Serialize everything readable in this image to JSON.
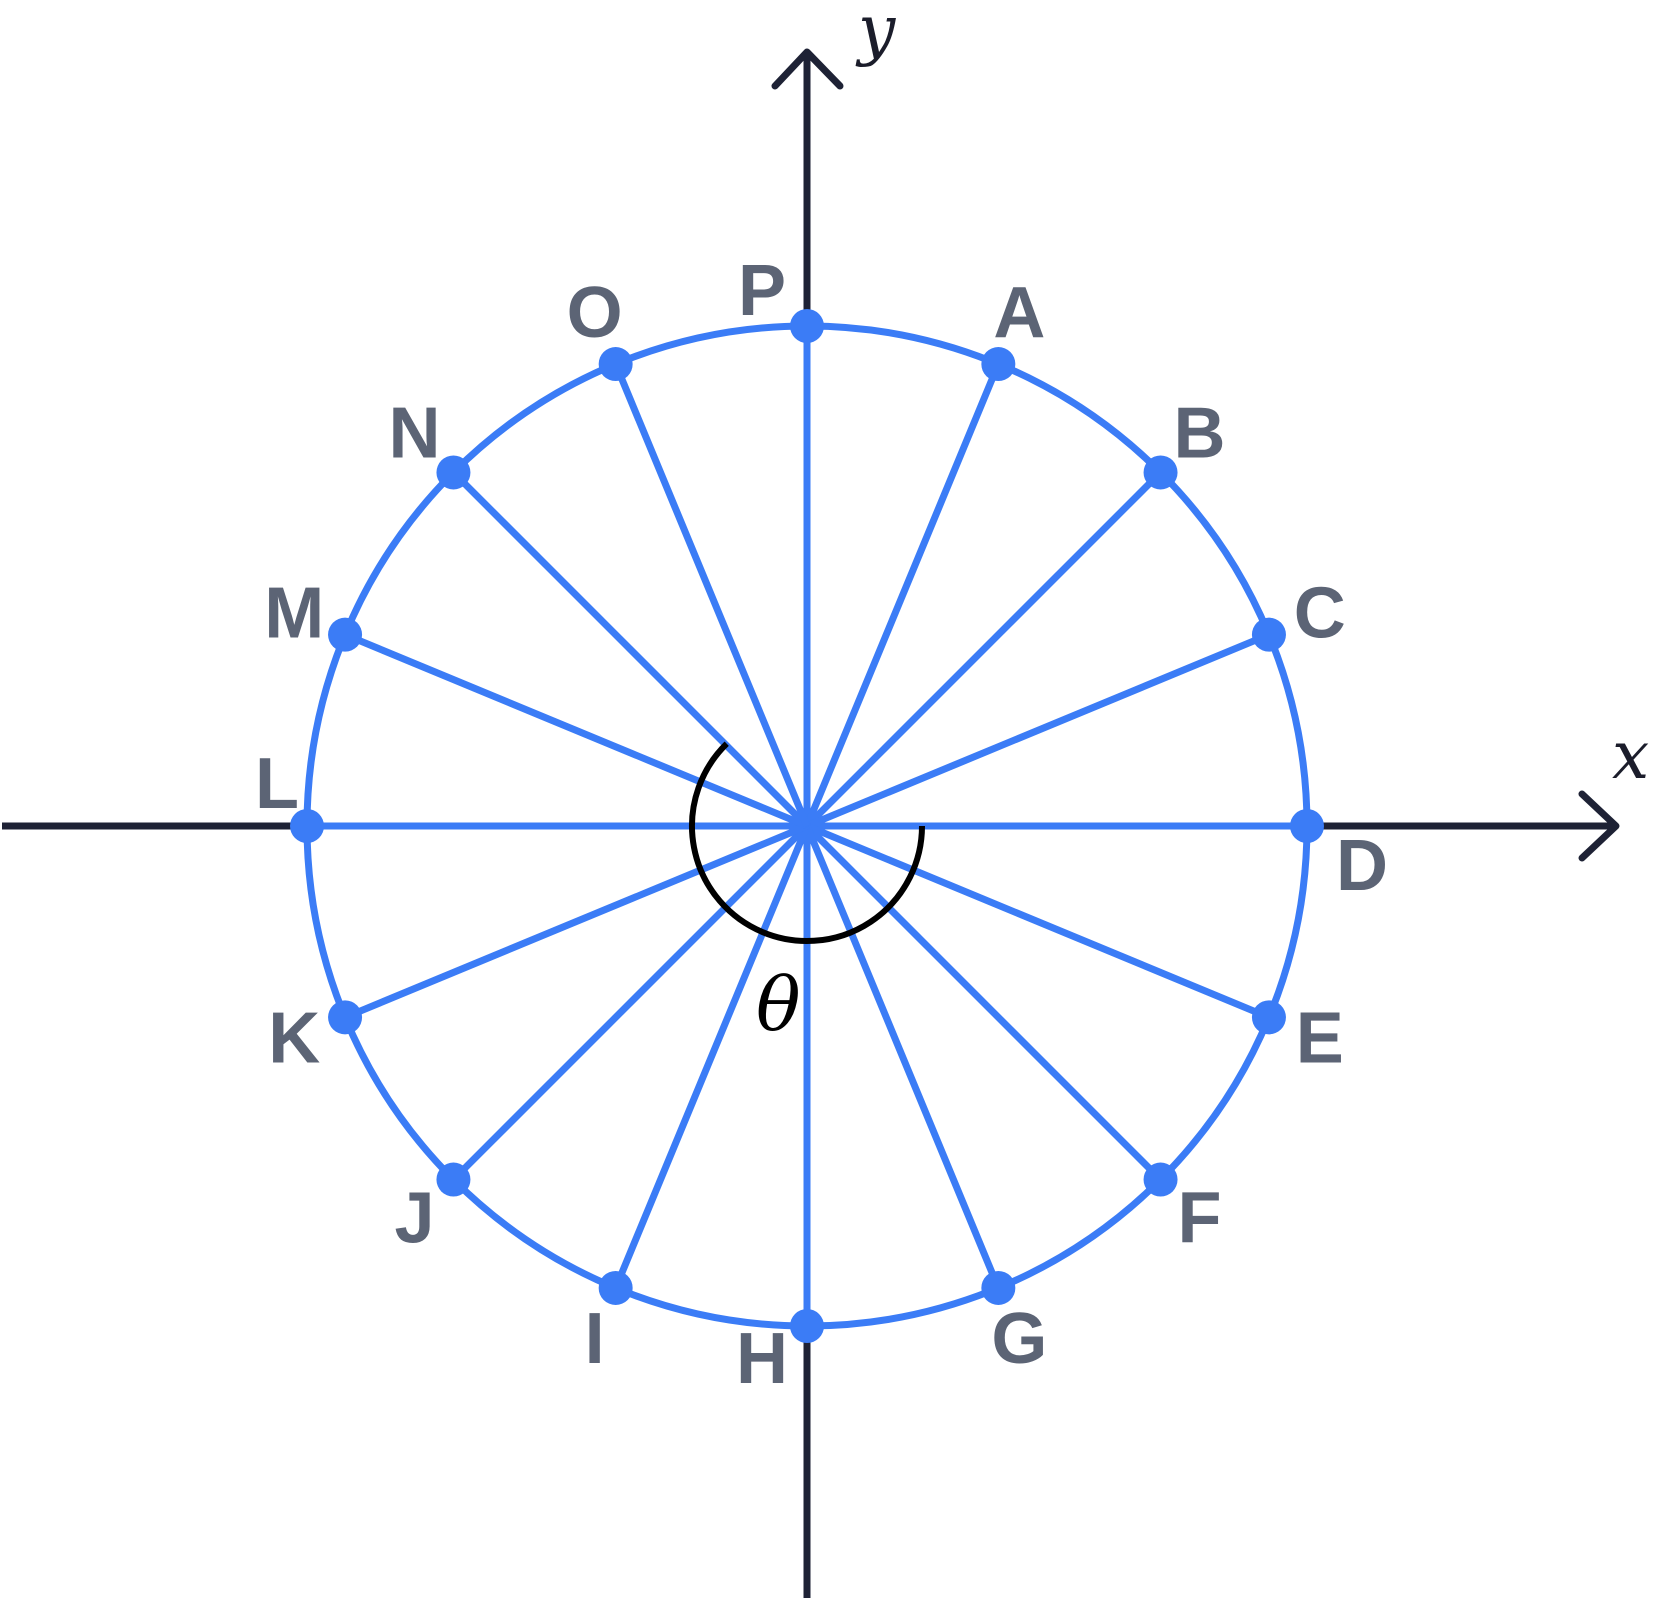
{
  "axes": {
    "x_label": "x",
    "y_label": "y",
    "color": "#1e2235"
  },
  "circle": {
    "color": "#3b7cf6"
  },
  "angle_label": "θ",
  "points": [
    {
      "name": "P",
      "angle_deg": 90
    },
    {
      "name": "A",
      "angle_deg": 67.5
    },
    {
      "name": "B",
      "angle_deg": 45
    },
    {
      "name": "C",
      "angle_deg": 22.5
    },
    {
      "name": "D",
      "angle_deg": 0
    },
    {
      "name": "E",
      "angle_deg": -22.5
    },
    {
      "name": "F",
      "angle_deg": -45
    },
    {
      "name": "G",
      "angle_deg": -67.5
    },
    {
      "name": "H",
      "angle_deg": -90
    },
    {
      "name": "I",
      "angle_deg": -112.5
    },
    {
      "name": "J",
      "angle_deg": -135
    },
    {
      "name": "K",
      "angle_deg": -157.5
    },
    {
      "name": "L",
      "angle_deg": 180
    },
    {
      "name": "M",
      "angle_deg": 157.5
    },
    {
      "name": "N",
      "angle_deg": 135
    },
    {
      "name": "O",
      "angle_deg": 112.5
    }
  ],
  "label_color": "#5c6475"
}
